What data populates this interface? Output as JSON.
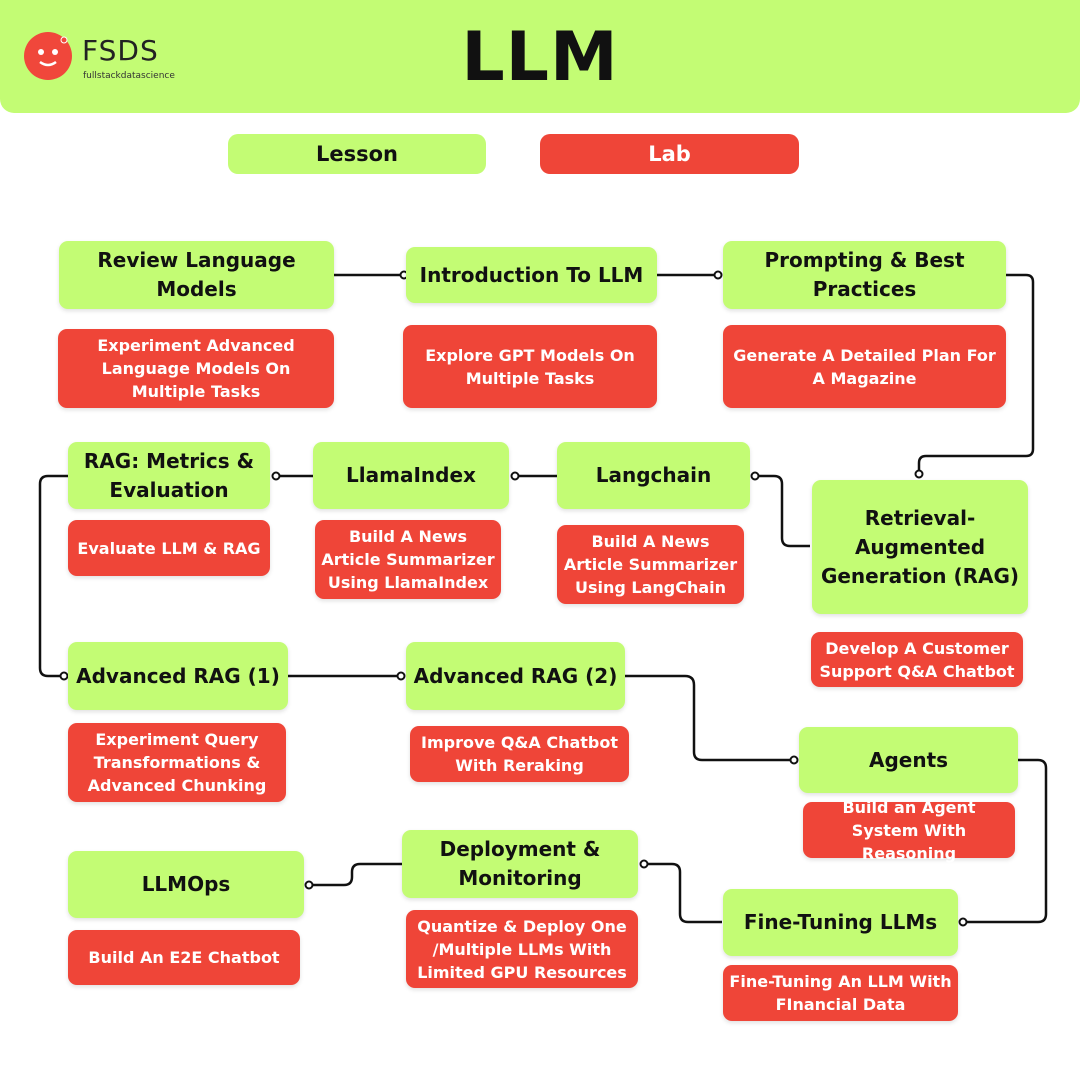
{
  "header": {
    "title": "LLM",
    "logo_text": "FSDS",
    "logo_subtext": "fullstackdatascience"
  },
  "legend": {
    "lesson_label": "Lesson",
    "lab_label": "Lab"
  },
  "colors": {
    "lesson": "#c3fc74",
    "lab": "#ef4538",
    "connector": "#111111"
  },
  "modules": [
    {
      "lesson": "Review Language Models",
      "lab": "Experiment Advanced Language Models On Multiple Tasks"
    },
    {
      "lesson": "Introduction To LLM",
      "lab": "Explore GPT Models On Multiple Tasks"
    },
    {
      "lesson": "Prompting & Best Practices",
      "lab": "Generate A Detailed Plan For A Magazine"
    },
    {
      "lesson": "Retrieval-Augmented Generation (RAG)",
      "lab": "Develop A Customer Support Q&A Chatbot"
    },
    {
      "lesson": "Langchain",
      "lab": "Build A News Article Summarizer Using LangChain"
    },
    {
      "lesson": "LlamaIndex",
      "lab": "Build A News Article Summarizer Using LlamaIndex"
    },
    {
      "lesson": "RAG: Metrics & Evaluation",
      "lab": "Evaluate LLM & RAG"
    },
    {
      "lesson": "Advanced RAG (1)",
      "lab": "Experiment Query Transformations & Advanced Chunking"
    },
    {
      "lesson": "Advanced RAG (2)",
      "lab": "Improve Q&A Chatbot With Reraking"
    },
    {
      "lesson": "Agents",
      "lab": "Build an Agent System With Reasoning"
    },
    {
      "lesson": "Fine-Tuning LLMs",
      "lab": "Fine-Tuning An LLM With FInancial Data"
    },
    {
      "lesson": "Deployment & Monitoring",
      "lab": "Quantize & Deploy One /Multiple LLMs With Limited GPU Resources"
    },
    {
      "lesson": "LLMOps",
      "lab": "Build An E2E Chatbot"
    }
  ]
}
